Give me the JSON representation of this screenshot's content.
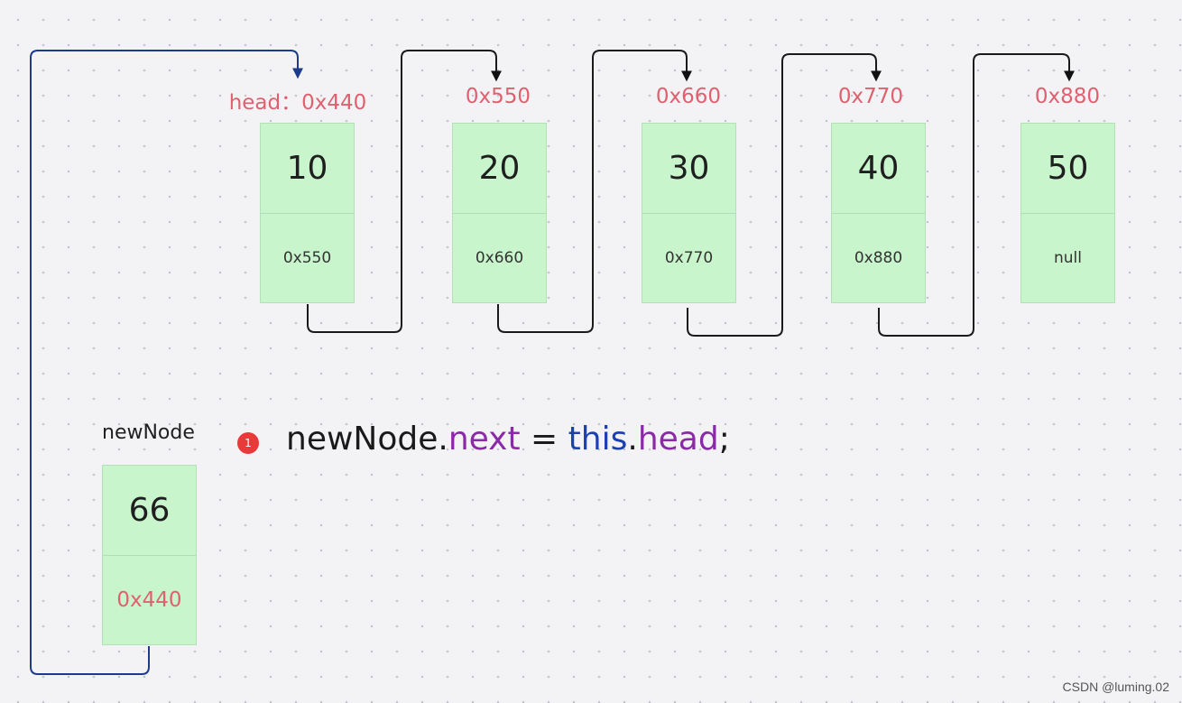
{
  "nodes": [
    {
      "addr": "head：0x440",
      "value": "10",
      "next": "0x550"
    },
    {
      "addr": "0x550",
      "value": "20",
      "next": "0x660"
    },
    {
      "addr": "0x660",
      "value": "30",
      "next": "0x770"
    },
    {
      "addr": "0x770",
      "value": "40",
      "next": "0x880"
    },
    {
      "addr": "0x880",
      "value": "50",
      "next": "null"
    }
  ],
  "new_node": {
    "label": "newNode",
    "value": "66",
    "next": "0x440"
  },
  "step": {
    "number": "1"
  },
  "code": {
    "obj": "newNode",
    "dot1": ".",
    "prop1": "next",
    "eq": " = ",
    "kw": "this",
    "dot2": ".",
    "prop2": "head",
    "end": ";"
  },
  "watermark": "CSDN @luming.02",
  "colors": {
    "node_fill": "#c8f5cc",
    "address": "#e06070",
    "arrow": "#1a1a1a",
    "new_link": "#1e3a8a",
    "badge": "#e8393b",
    "code_property": "#8a2aa7",
    "code_keyword": "#1d40b0"
  }
}
